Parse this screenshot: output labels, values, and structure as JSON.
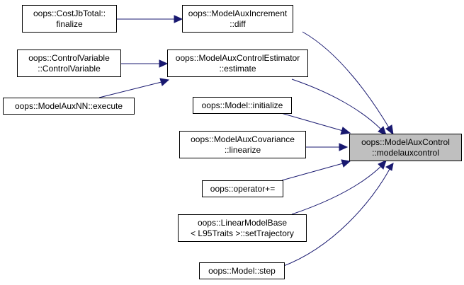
{
  "colors": {
    "edge": "#191970",
    "node_border": "#000000",
    "target_fill": "#bfbfbf",
    "node_fill": "#ffffff"
  },
  "target": {
    "lines": [
      "oops::ModelAuxControl",
      "::modelauxcontrol"
    ]
  },
  "nodes": {
    "cost_jb_total_finalize": {
      "lines": [
        "oops::CostJbTotal::",
        "finalize"
      ]
    },
    "model_aux_increment_diff": {
      "lines": [
        "oops::ModelAuxIncrement",
        "::diff"
      ]
    },
    "control_variable_ctor": {
      "lines": [
        "oops::ControlVariable",
        "::ControlVariable"
      ]
    },
    "model_aux_control_estimator_estimate": {
      "lines": [
        "oops::ModelAuxControlEstimator",
        "::estimate"
      ]
    },
    "model_aux_nn_execute": {
      "lines": [
        "oops::ModelAuxNN::execute"
      ]
    },
    "model_initialize": {
      "lines": [
        "oops::Model::initialize"
      ]
    },
    "model_aux_covariance_linearize": {
      "lines": [
        "oops::ModelAuxCovariance",
        "::linearize"
      ]
    },
    "operator_plus_eq": {
      "lines": [
        "oops::operator+="
      ]
    },
    "linear_model_base_set_trajectory": {
      "lines": [
        "oops::LinearModelBase",
        "< L95Traits >::setTrajectory"
      ]
    },
    "model_step": {
      "lines": [
        "oops::Model::step"
      ]
    }
  }
}
